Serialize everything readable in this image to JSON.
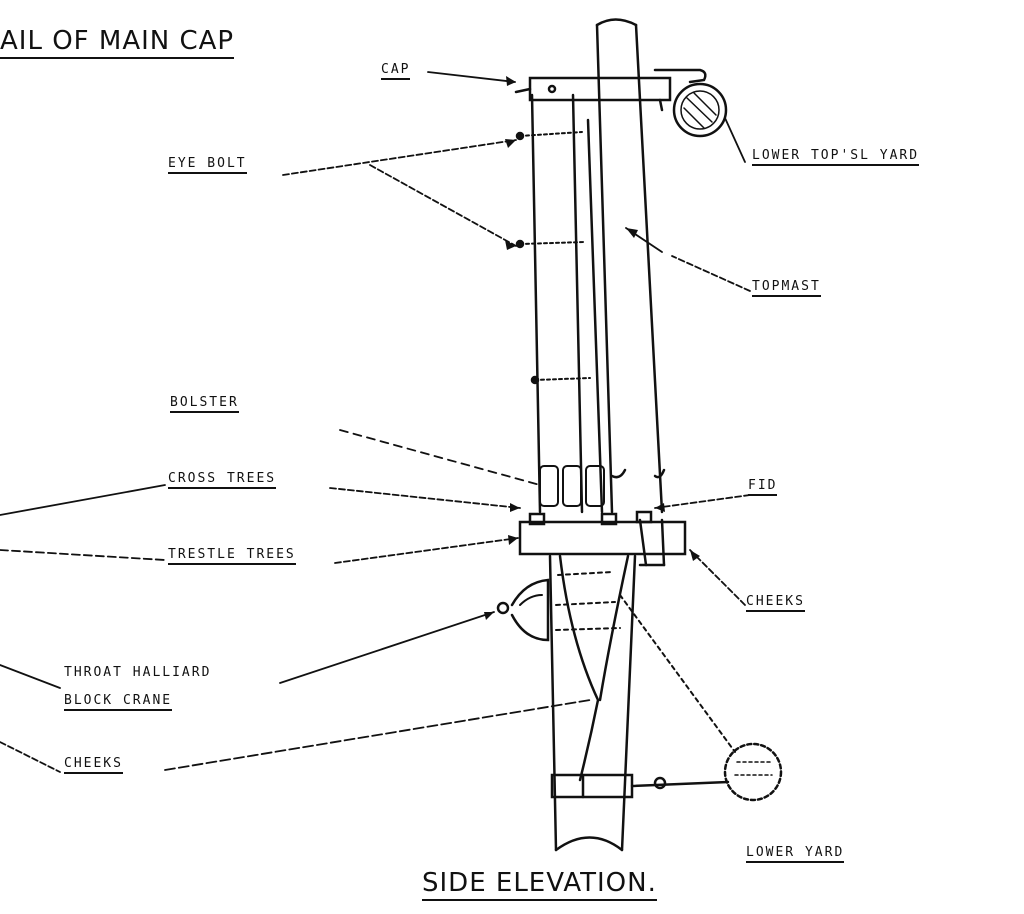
{
  "header_title": "AIL OF MAIN CAP",
  "caption": "SIDE ELEVATION.",
  "labels": {
    "cap": "CAP",
    "eye_bolt": "EYE BOLT",
    "lower_topsl_yard": "LOWER TOP'SL YARD",
    "topmast": "TOPMAST",
    "bolster": "BOLSTER",
    "cross_trees": "CROSS TREES",
    "fid": "FID",
    "trestle_trees": "TRESTLE TREES",
    "cheeks_right": "CHEEKS",
    "throat_halliard": "THROAT HALLIARD",
    "block_crane": "BLOCK CRANE",
    "cheeks_left": "CHEEKS",
    "lower_yard": "LOWER YARD"
  },
  "colors": {
    "ink": "#111111",
    "paper": "#ffffff"
  }
}
